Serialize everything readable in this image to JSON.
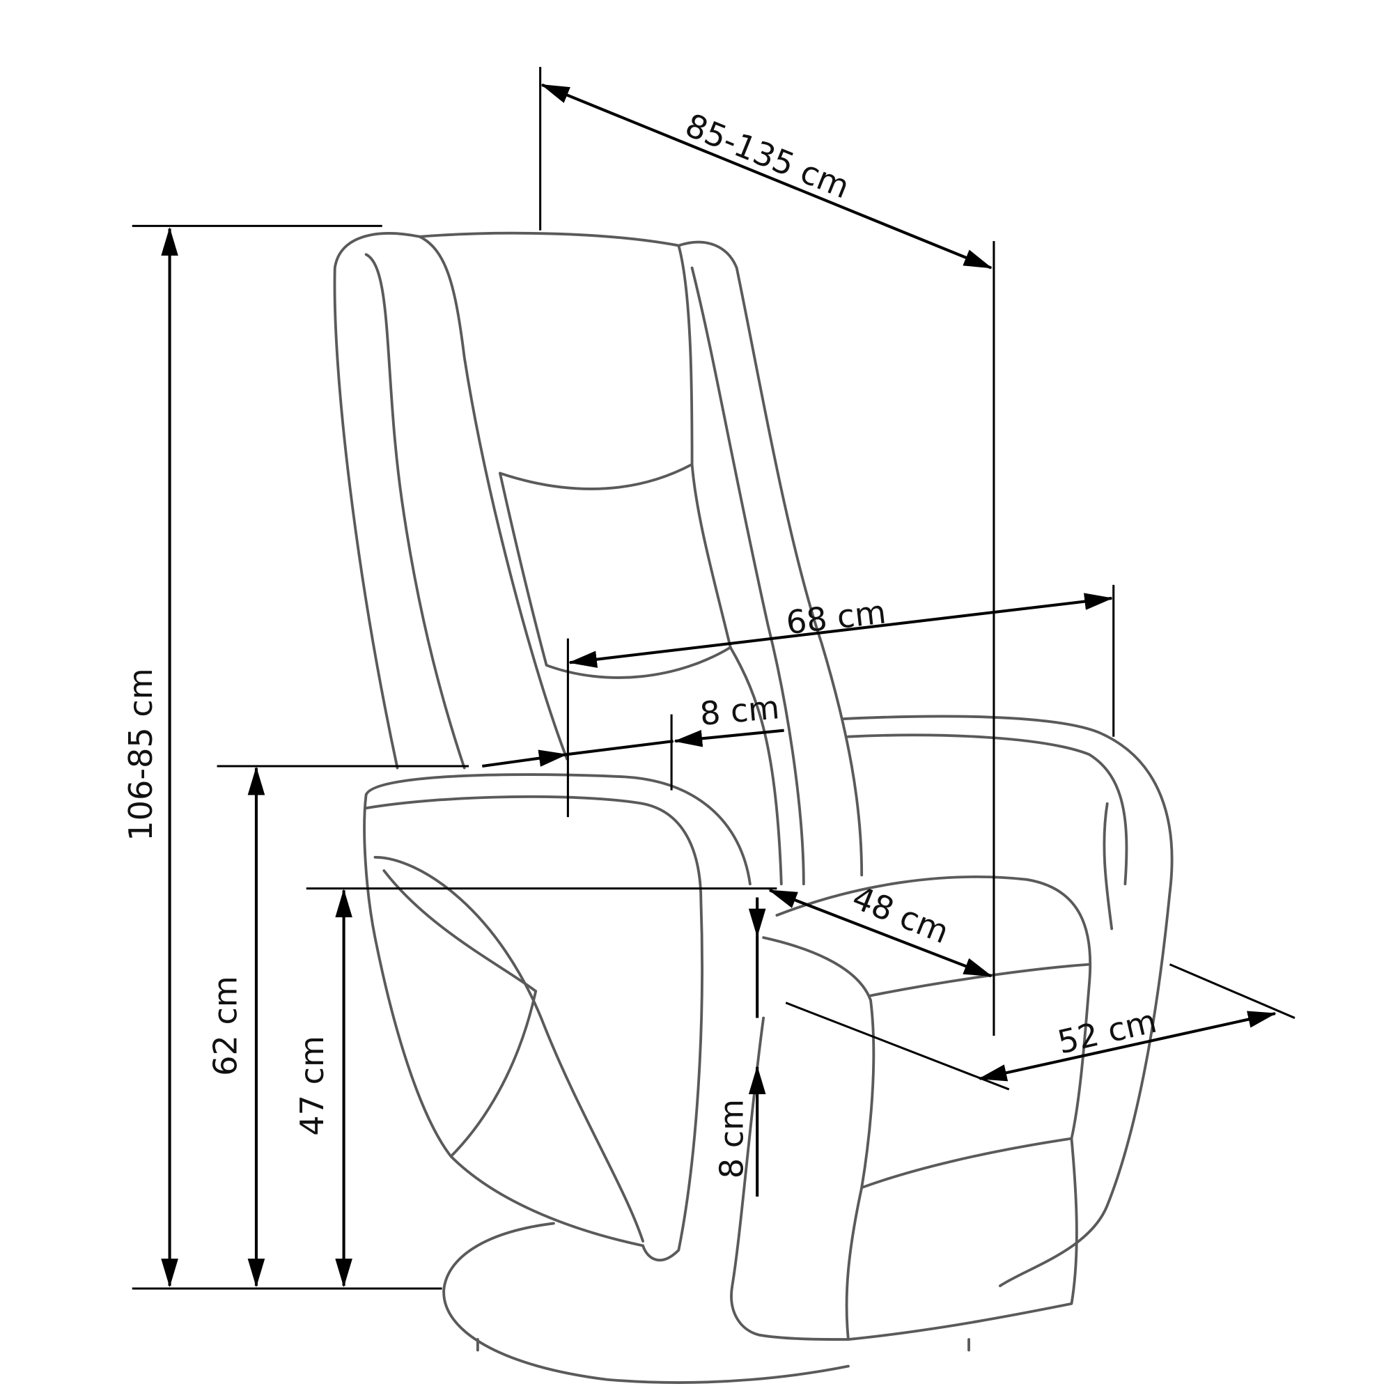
{
  "title": "Recliner armchair dimensions",
  "colors": {
    "outline": "#5a5a5a",
    "dimension": "#000000",
    "background": "#ffffff"
  },
  "dimensions": {
    "depth_reclined": "85-135 cm",
    "height": "106-85 cm",
    "width": "68 cm",
    "armrest_width": "8 cm",
    "armrest_height": "62 cm",
    "seat_height": "47 cm",
    "seat_depth": "48 cm",
    "seat_width": "52 cm",
    "seat_thickness": "8 cm"
  }
}
